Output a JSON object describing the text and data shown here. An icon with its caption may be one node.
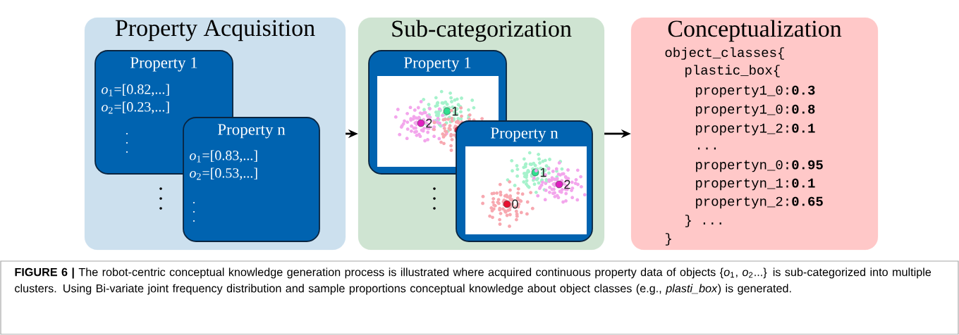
{
  "diagram": {
    "caption": "**FIGURE 6 |** The robot-centric conceptual knowledge generation process is illustrated where acquired continuous property data of objects {*o*$_{1}$, *o*$_{2}$...} is sub-categorized into multiple clusters. Using Bi-variate joint frequency distribution and sample proportions conceptual knowledge about object classes (e.g., *plasti_box*) is generated.",
    "nodes": [
      {
        "text": [
          "Property Acquisition"
        ]
      },
      {
        "text": [
          "Property 1",
          "*o*$_{1}$=[0.82,...]",
          "*o*$_{2}$=[0.23,...]"
        ],
        "in": 0
      },
      {
        "text": [
          "Property n",
          "*o*$_{1}$=[0.83,...]",
          "*o*$_{2}$=[0.53,...]"
        ],
        "in": 0
      },
      {
        "text": [
          "Sub-categorization"
        ]
      },
      {
        "text": [
          "Property 1"
        ],
        "in": 3
      },
      {
        "text": [
          "Property n"
        ],
        "in": 3
      },
      {
        "text": [
          "Conceptualization",
          "object_classes{",
          "plastic_box{",
          "property1_0:**0.3**",
          "property1_0:**0.8**",
          "property1_2:**0.1**",
          "...",
          "propertyn_0:**0.95**",
          "propertyn_1:**0.1**",
          "propertyn_2:**0.65**",
          "} ...",
          "}"
        ]
      }
    ],
    "edges": [
      {
        "from": 0,
        "to": 3,
        "arrow": "to"
      },
      {
        "from": 3,
        "to": 6,
        "arrow": "to"
      }
    ],
    "labels": [
      "1",
      "2",
      "1",
      "2",
      "0"
    ]
  }
}
